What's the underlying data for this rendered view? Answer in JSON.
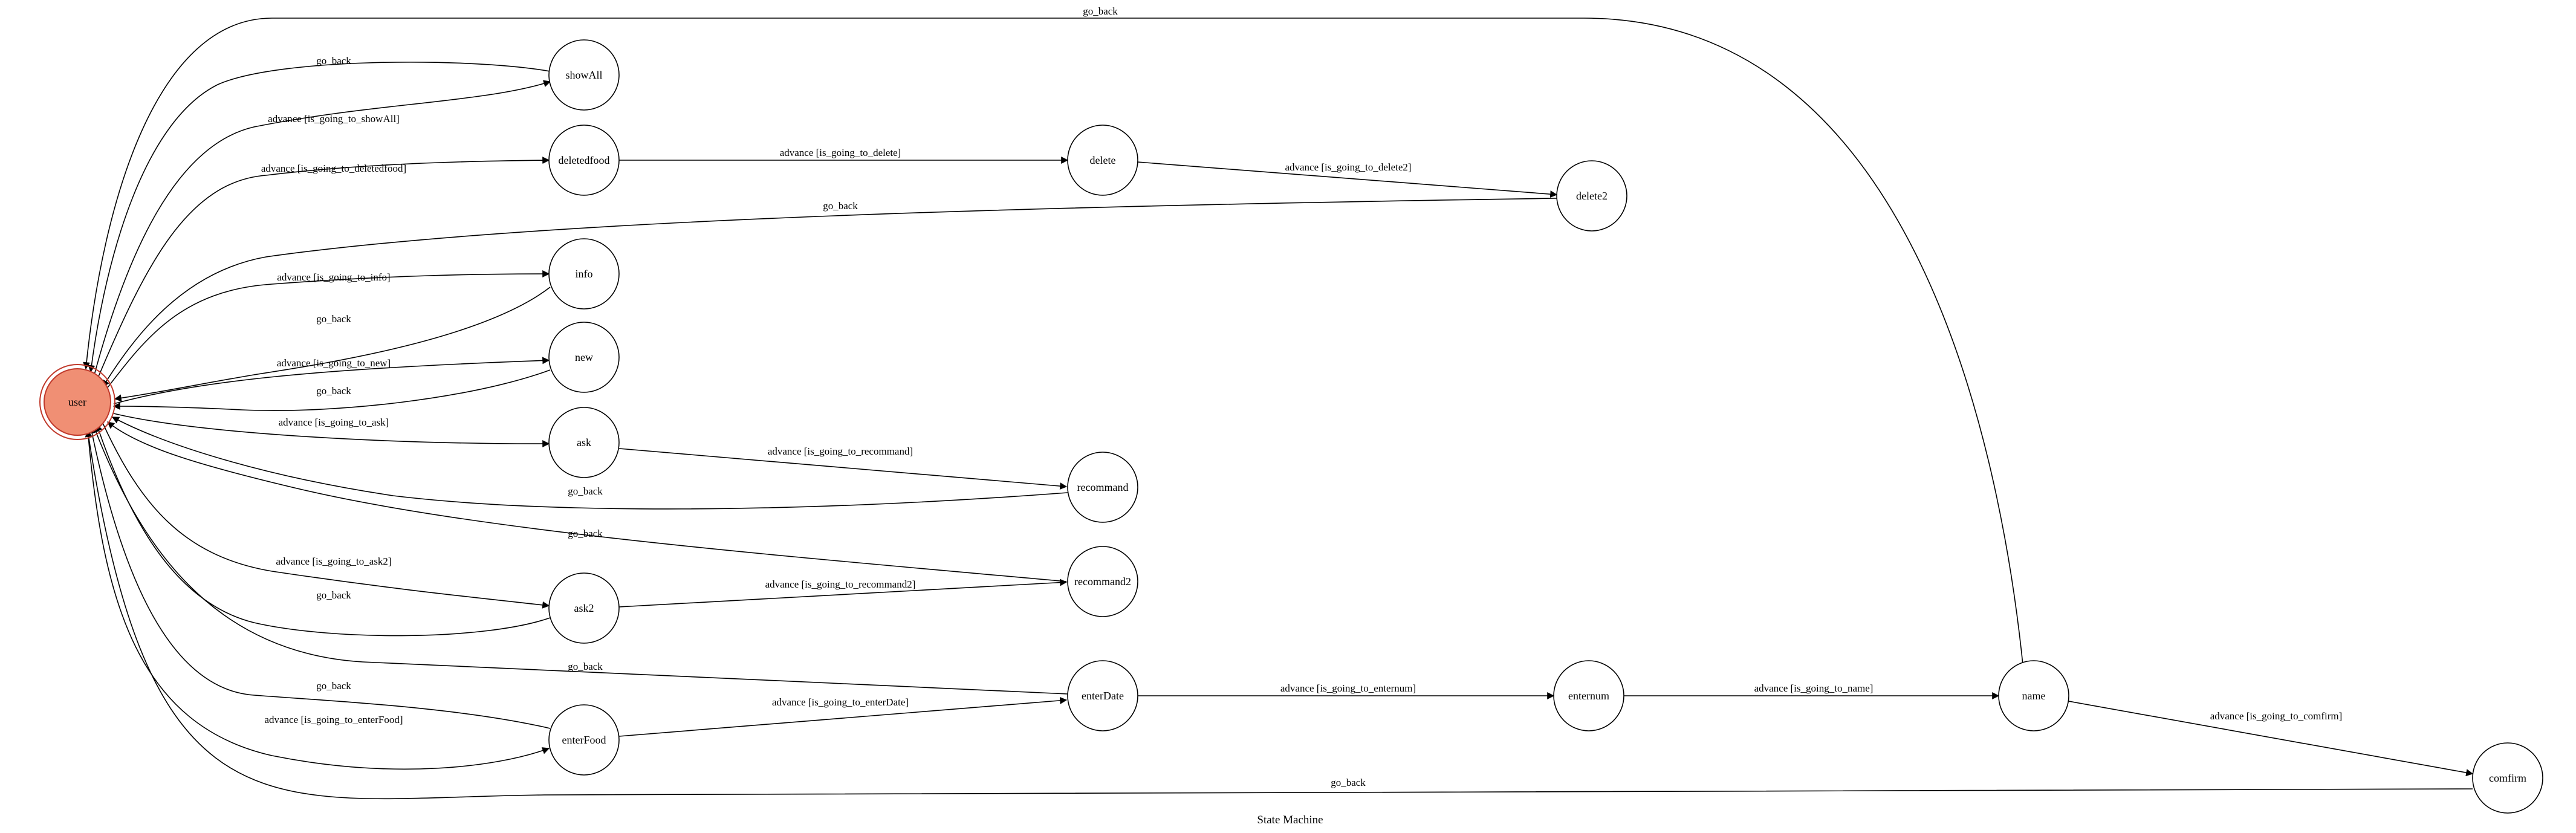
{
  "diagram": {
    "caption": "State Machine",
    "colors": {
      "initial_fill": "#f08f74",
      "initial_stroke": "#c0392b",
      "stroke": "#000000"
    },
    "nodes": {
      "user": "user",
      "showAll": "showAll",
      "deletedfood": "deletedfood",
      "delete": "delete",
      "delete2": "delete2",
      "info": "info",
      "new": "new",
      "ask": "ask",
      "recommand": "recommand",
      "ask2": "ask2",
      "recommand2": "recommand2",
      "enterDate": "enterDate",
      "enterFood": "enterFood",
      "enternum": "enternum",
      "name": "name",
      "comfirm": "comfirm"
    },
    "edges": {
      "name_user": "go_back",
      "showAll_user": "go_back",
      "user_showAll": "advance [is_going_to_showAll]",
      "user_deletedfood": "advance [is_going_to_deletedfood]",
      "deletedfood_delete": "advance [is_going_to_delete]",
      "delete_delete2": "advance [is_going_to_delete2]",
      "delete2_user": "go_back",
      "user_info": "advance [is_going_to_info]",
      "info_user": "go_back",
      "user_new": "advance [is_going_to_new]",
      "new_user": "go_back",
      "user_ask": "advance [is_going_to_ask]",
      "ask_recommand": "advance [is_going_to_recommand]",
      "recommand_user": "go_back",
      "recommand2_user": "go_back",
      "user_ask2": "advance [is_going_to_ask2]",
      "ask2_recommand2": "advance [is_going_to_recommand2]",
      "ask2_user": "go_back",
      "enterDate_user": "go_back",
      "enterFood_user": "go_back",
      "user_enterFood": "advance [is_going_to_enterFood]",
      "enterFood_enterDate": "advance [is_going_to_enterDate]",
      "enterDate_enternum": "advance [is_going_to_enternum]",
      "enternum_name": "advance [is_going_to_name]",
      "name_comfirm": "advance [is_going_to_comfirm]",
      "comfirm_user": "go_back"
    }
  }
}
